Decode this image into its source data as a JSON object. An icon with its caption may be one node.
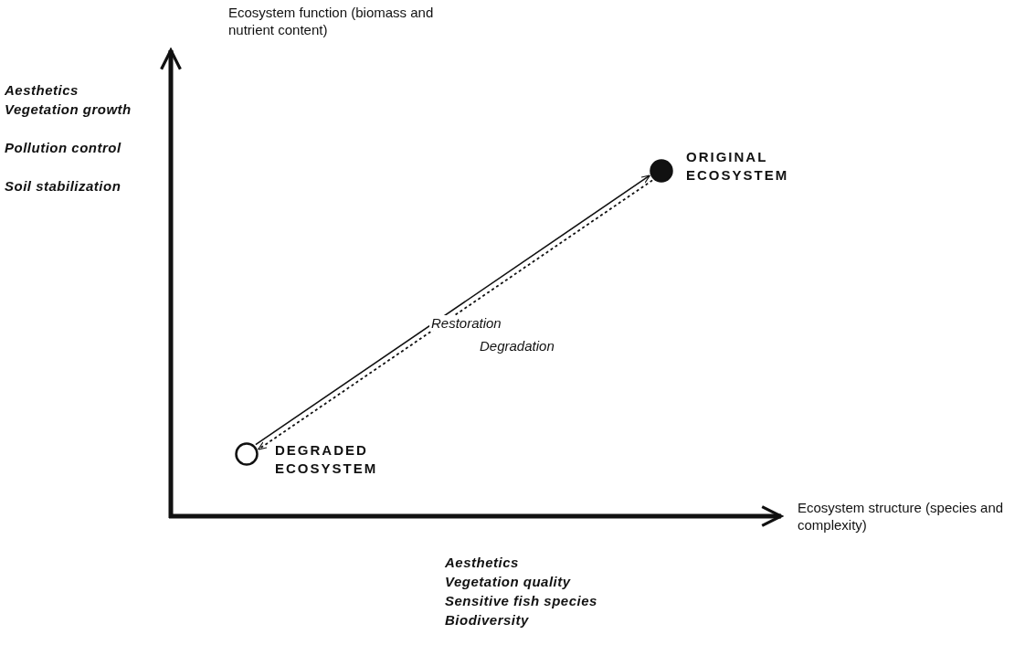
{
  "diagram": {
    "nodes": [
      {
        "text": [],
        "shape": "circle",
        "beside": [
          "ORIGINAL ECOSYSTEM"
        ]
      },
      {
        "text": [],
        "shape": "circle",
        "beside": [
          "DEGRADED ECOSYSTEM"
        ]
      }
    ],
    "edges": [
      {
        "from": 1,
        "to": 0,
        "arrow": "to",
        "label": "Restoration"
      },
      {
        "from": 0,
        "to": 1,
        "arrow": "to",
        "label": "Degradation",
        "style": "dashed"
      }
    ],
    "labels": [
      "Ecosystem function (biomass and nutrient content)",
      "Aesthetics",
      "Vegetation growth",
      "Pollution control",
      "Soil stabilization",
      "Ecosystem structure (species and complexity)",
      "Aesthetics",
      "Vegetation quality",
      "Sensitive fish species",
      "Biodiversity"
    ]
  }
}
